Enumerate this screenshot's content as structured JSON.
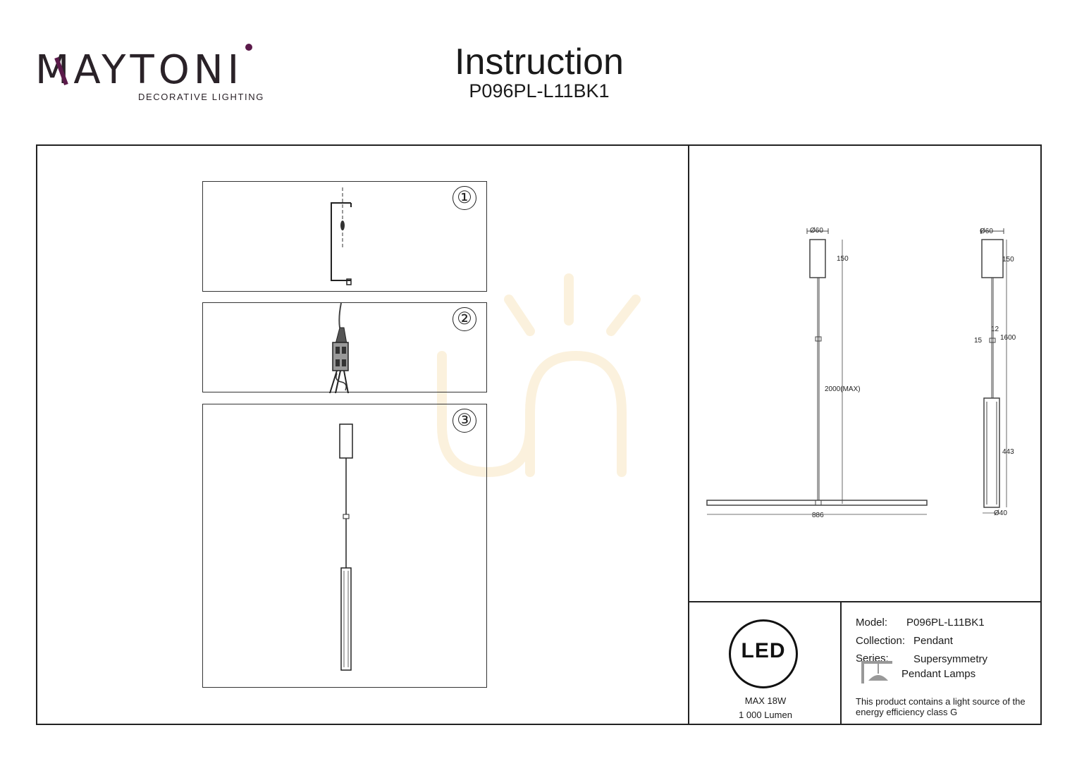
{
  "brand": {
    "name_part1": "M",
    "name_part2": "AYTON",
    "name_part3": "I",
    "tagline": "DECORATIVE LIGHTING",
    "accent_color": "#5b1a4a",
    "text_color": "#2a2228"
  },
  "header": {
    "title": "Instruction",
    "model": "P096PL-L11BK1"
  },
  "steps": [
    {
      "number": "①"
    },
    {
      "number": "②"
    },
    {
      "number": "③"
    }
  ],
  "drawing": {
    "front": {
      "diameter_top": "Ø60",
      "canopy_height": "150",
      "total_height": "2000(MAX)",
      "width": "886"
    },
    "side": {
      "diameter_top": "Ø60",
      "canopy_height": "150",
      "cable_length": "1600",
      "joint_a": "12",
      "joint_b": "15",
      "body_length": "443",
      "diameter_bottom": "Ø40"
    }
  },
  "led": {
    "label": "LED",
    "power": "MAX 18W",
    "lumen": "1 000 Lumen"
  },
  "specs": {
    "model_label": "Model:",
    "model_value": "P096PL-L11BK1",
    "collection_label": "Collection:",
    "collection_value": "Pendant",
    "series_label": "Series:",
    "series_value": "Supersymmetry",
    "category": "Pendant Lamps",
    "energy_note": "This product contains a light source of the energy efficiency class G"
  },
  "watermark_color": "#f5d9a0"
}
